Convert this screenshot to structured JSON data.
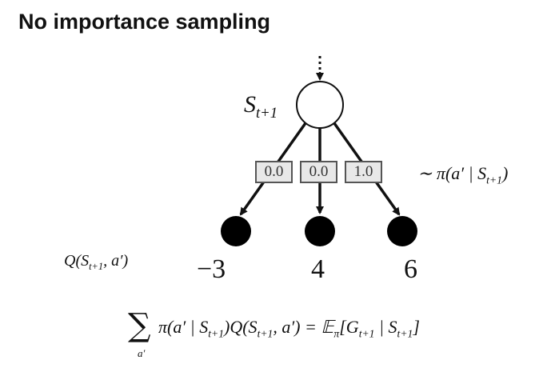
{
  "title": "No importance sampling",
  "state_label": {
    "main": "S",
    "sub": "t+1"
  },
  "policy_label": {
    "prefix": "∼ π(a′ | S",
    "sub": "t+1",
    "suffix": ")"
  },
  "q_label": {
    "prefix": "Q(S",
    "sub": "t+1",
    "suffix": ", a′)"
  },
  "branches": [
    {
      "probability": "0.0",
      "value": "−3"
    },
    {
      "probability": "0.0",
      "value": "4"
    },
    {
      "probability": "1.0",
      "value": "6"
    }
  ],
  "formula": {
    "sigma": "∑",
    "sigma_sub": "a′",
    "part1": "π(a′ | S",
    "sub1": "t+1",
    "part2": ")Q(S",
    "sub2": "t+1",
    "part3": ", a′) = 𝔼",
    "sub3": "π",
    "part4": "[G",
    "sub4": "t+1",
    "part5": " | S",
    "sub5": "t+1",
    "part6": "]"
  },
  "colors": {
    "text": "#111111",
    "node_fill": "#000000",
    "box_fill": "#e8e8e8"
  }
}
